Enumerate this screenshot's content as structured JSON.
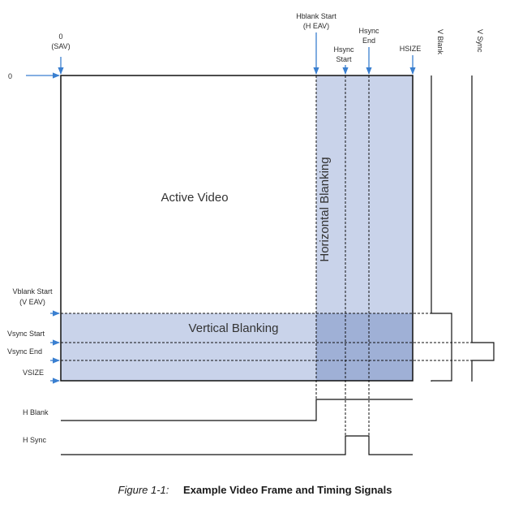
{
  "colors": {
    "blanking_fill": "#c9d3ea",
    "overlap_fill": "#9fb0d6",
    "arrow": "#3a7fd0",
    "line": "#111111"
  },
  "labels": {
    "sav_top": "0",
    "sav_bottom": "(SAV)",
    "row_zero": "0",
    "hblank_start_1": "Hblank Start",
    "hblank_start_2": "(H EAV)",
    "hsync_start_1": "Hsync",
    "hsync_start_2": "Start",
    "hsync_end_1": "Hsync",
    "hsync_end_2": "End",
    "hsize": "HSIZE",
    "v_blank": "V Blank",
    "v_sync": "V Sync",
    "vblank_start_1": "Vblank Start",
    "vblank_start_2": "(V EAV)",
    "vsync_start": "Vsync Start",
    "vsync_end": "Vsync End",
    "vsize": "VSIZE",
    "active_video": "Active Video",
    "horizontal_blanking": "Horizontal Blanking",
    "vertical_blanking": "Vertical Blanking",
    "h_blank": "H Blank",
    "h_sync": "H Sync"
  },
  "caption": {
    "figure": "Figure 1-1:",
    "title": "Example Video Frame and Timing Signals"
  }
}
